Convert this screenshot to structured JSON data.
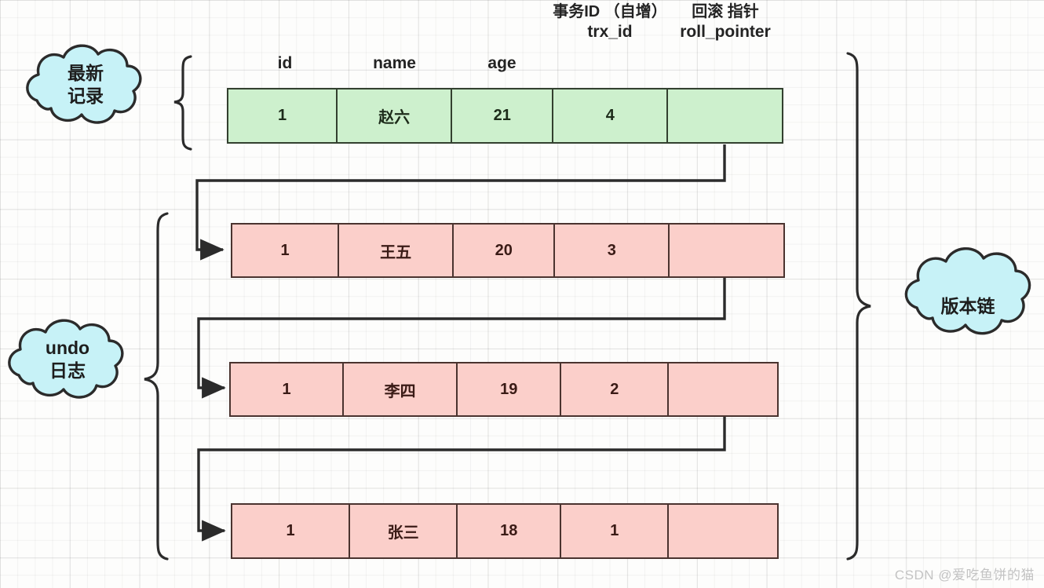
{
  "diagram": {
    "title_note": "MySQL MVCC undo log version chain diagram",
    "columns": [
      {
        "key": "id",
        "label": "id",
        "note": ""
      },
      {
        "key": "name",
        "label": "name",
        "note": ""
      },
      {
        "key": "age",
        "label": "age",
        "note": ""
      },
      {
        "key": "trx_id",
        "label": "trx_id",
        "note": "事务ID\n（自增）"
      },
      {
        "key": "roll_pointer",
        "label": "roll_pointer",
        "note": "回滚\n指针"
      }
    ],
    "rows": [
      {
        "kind": "latest",
        "color": "#cdf0cd",
        "cells": {
          "id": "1",
          "name": "赵六",
          "age": "21",
          "trx_id": "4",
          "roll_pointer": ""
        }
      },
      {
        "kind": "undo",
        "color": "#fbcfca",
        "cells": {
          "id": "1",
          "name": "王五",
          "age": "20",
          "trx_id": "3",
          "roll_pointer": ""
        }
      },
      {
        "kind": "undo",
        "color": "#fbcfca",
        "cells": {
          "id": "1",
          "name": "李四",
          "age": "19",
          "trx_id": "2",
          "roll_pointer": ""
        }
      },
      {
        "kind": "undo",
        "color": "#fbcfca",
        "cells": {
          "id": "1",
          "name": "张三",
          "age": "18",
          "trx_id": "1",
          "roll_pointer": ""
        }
      }
    ],
    "callouts": [
      {
        "id": "latest-record",
        "text": "最新\n记录",
        "position": "left-top",
        "fill": "#c7f2f7"
      },
      {
        "id": "undo-log",
        "text": "undo\n日志",
        "position": "left-bottom",
        "fill": "#c7f2f7"
      },
      {
        "id": "version-chain",
        "text": "版本链",
        "position": "right",
        "fill": "#c7f2f7"
      }
    ],
    "connectors": [
      {
        "from": "row1.roll_pointer",
        "to": "row2"
      },
      {
        "from": "row2.roll_pointer",
        "to": "row3"
      },
      {
        "from": "row3.roll_pointer",
        "to": "row4"
      }
    ],
    "colors": {
      "latest_fill": "#cdf0cd",
      "undo_fill": "#fbcfca",
      "cloud_fill": "#c7f2f7",
      "stroke": "#2b2b2b",
      "background": "#fdfdfc"
    },
    "watermark": "CSDN @爱吃鱼饼的猫"
  }
}
